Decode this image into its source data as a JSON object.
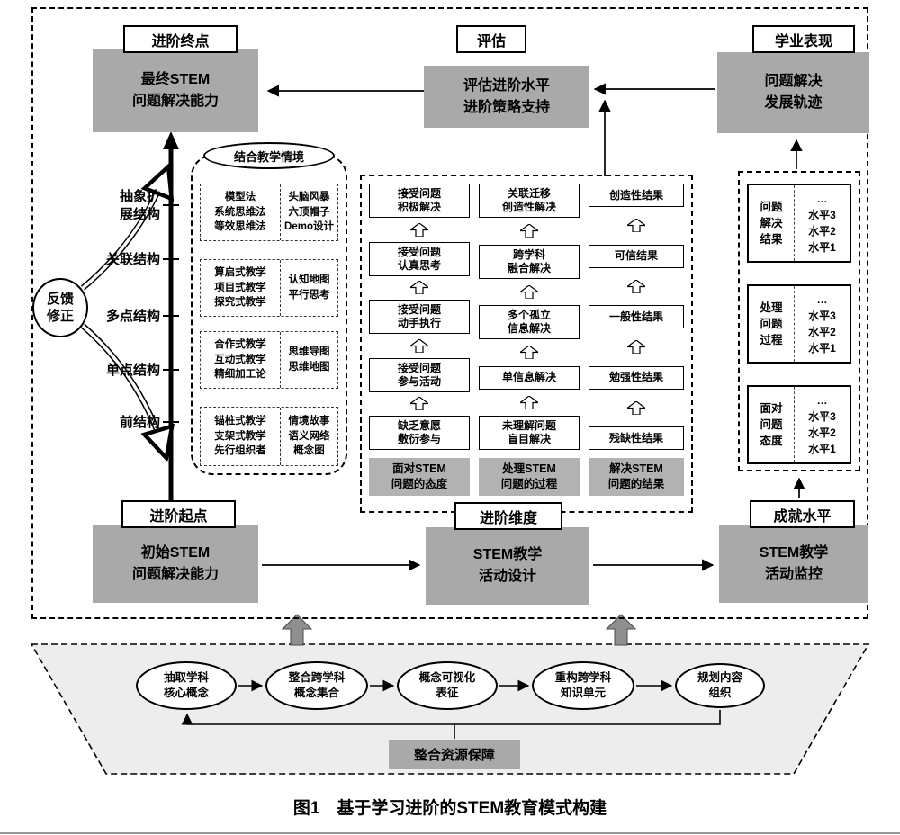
{
  "caption": "图1　基于学习进阶的STEM教育模式构建",
  "colors": {
    "box_gray": "#a9a9a9",
    "footer_gray": "#b2b2b2",
    "panel_gray": "#ededed",
    "arrow_gray": "#8f8f8f"
  },
  "top": {
    "endpoint_tab": "进阶终点",
    "endpoint_box": "最终STEM\n问题解决能力",
    "eval_tab": "评估",
    "eval_box": "评估进阶水平\n进阶策略支持",
    "performance_tab": "学业表现",
    "performance_box": "问题解决\n发展轨迹"
  },
  "axis": {
    "feedback": "反馈\n修正",
    "levels": [
      "抽象扩\n展结构",
      "关联结构",
      "多点结构",
      "单点结构",
      "前结构"
    ]
  },
  "context": {
    "label": "结合教学情境",
    "rows": [
      {
        "left": "模型法\n系统思维法\n等效思维法",
        "right": "头脑风暴\n六顶帽子\nDemo设计"
      },
      {
        "left": "算启式教学\n项目式教学\n探究式教学",
        "right": "认知地图\n平行思考"
      },
      {
        "left": "合作式教学\n互动式教学\n精细加工论",
        "right": "思维导图\n思维地图"
      },
      {
        "left": "锚桩式教学\n支架式教学\n先行组织者",
        "right": "情境故事\n语义网络\n概念图"
      }
    ]
  },
  "center": {
    "columns": [
      {
        "footer": "面对STEM\n问题的态度",
        "steps": [
          "接受问题\n积极解决",
          "接受问题\n认真思考",
          "接受问题\n动手执行",
          "接受问题\n参与活动",
          "缺乏意愿\n敷衍参与"
        ]
      },
      {
        "footer": "处理STEM\n问题的过程",
        "steps": [
          "关联迁移\n创造性解决",
          "跨学科\n融合解决",
          "多个孤立\n信息解决",
          "单信息解决",
          "未理解问题\n盲目解决"
        ]
      },
      {
        "footer": "解决STEM\n问题的结果",
        "steps": [
          "创造性结果",
          "可信结果",
          "一般性结果",
          "勉强性结果",
          "残缺性结果"
        ]
      }
    ]
  },
  "right_panel": {
    "sections": [
      {
        "label": "问题\n解决\n结果",
        "levels": "…\n水平3\n水平2\n水平1"
      },
      {
        "label": "处理\n问题\n过程",
        "levels": "…\n水平3\n水平2\n水平1"
      },
      {
        "label": "面对\n问题\n态度",
        "levels": "…\n水平3\n水平2\n水平1"
      }
    ]
  },
  "bottom_row": {
    "start_tab": "进阶起点",
    "start_box": "初始STEM\n问题解决能力",
    "dimension_tab": "进阶维度",
    "dimension_box": "STEM教学\n活动设计",
    "achievement_tab": "成就水平",
    "achievement_box": "STEM教学\n活动监控"
  },
  "pipeline": {
    "ellipses": [
      "抽取学科\n核心概念",
      "整合跨学科\n概念集合",
      "概念可视化\n表征",
      "重构跨学科\n知识单元",
      "规划内容\n组织"
    ],
    "resource_box": "整合资源保障"
  }
}
